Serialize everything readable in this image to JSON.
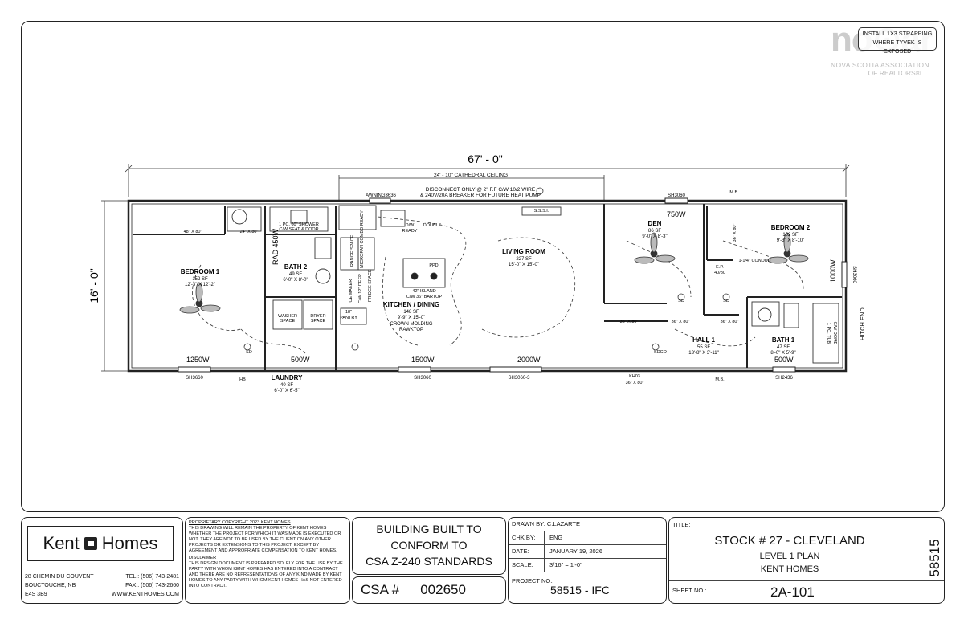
{
  "watermark": {
    "logo_text": "no⊙ar",
    "org_line1": "NOVA SCOTIA ASSOCIATION",
    "org_line2": "OF REALTORS®"
  },
  "note_box": {
    "line1": "INSTALL 1X3 STRAPPING",
    "line2": "WHERE TYVEK IS EXPOSED"
  },
  "plan": {
    "overall_length": "67' - 0\"",
    "overall_width": "16' - 0\"",
    "ceiling_note": "24' - 10\" CATHEDRAL CEILING",
    "disconnect_line1": "DISCONNECT ONLY @ 2\" F.F C/W 10/2 WIRE",
    "disconnect_line2": "& 240V/20A BREAKER FOR FUTURE HEAT PUMP",
    "hitch_end": "HITCH END",
    "rooms": [
      {
        "name": "BEDROOM 1",
        "area": "152 SF",
        "dims": "12'-3\" X 12'-2\""
      },
      {
        "name": "BATH 2",
        "area": "49 SF",
        "dims": "6'-0\" X 8'-0\""
      },
      {
        "name": "LAUNDRY",
        "area": "40 SF",
        "dims": "6'-0\" X 6'-5\""
      },
      {
        "name": "KITCHEN / DINING",
        "area": "148 SF",
        "dims": "9'-9\" X 15'-0\"",
        "note1": "CROWN MOLDING",
        "note2": "RAWKTOP"
      },
      {
        "name": "LIVING ROOM",
        "area": "227 SF",
        "dims": "15'-0\" X 15'-0\""
      },
      {
        "name": "DEN",
        "area": "86 SF",
        "dims": "9'-0\" X 8'-3\""
      },
      {
        "name": "HALL 1",
        "area": "55 SF",
        "dims": "13'-8\" X 3'-11\""
      },
      {
        "name": "BEDROOM 2",
        "area": "102 SF",
        "dims": "9'-3\" X 8'-10\""
      },
      {
        "name": "BATH 1",
        "area": "47 SF",
        "dims": "8'-0\" X 5'-9\""
      }
    ],
    "heaters": [
      "1250W",
      "500W",
      "1500W",
      "2000W",
      "750W",
      "1000W",
      "500W",
      "RAD 450W"
    ],
    "windows": [
      "SH3660",
      "SH3060",
      "SH3060-3",
      "SH2436",
      "SH3060",
      "SH3060",
      "AWNING3636"
    ],
    "labels": {
      "shower": "1 PC. 60\" SHOWER",
      "shower2": "C/W SEAT & DOOR",
      "washer": "WASHER",
      "washer2": "SPACE",
      "dryer": "DRYER",
      "dryer2": "SPACE",
      "closet1": "48\" X 80\"",
      "closet2": "24\" X 80\"",
      "closet_b2": "36\" X 80\"",
      "pantry": "18\"",
      "pantry2": "PANTRY",
      "island": "42\" ISLAND",
      "island2": "C/W 36\" BARTOP",
      "dw": "D/W",
      "dw2": "READY",
      "dbl": "DOUBLE",
      "ssi": "S.S.S.I.",
      "conduit": "1-1/4\" CONDUIT",
      "ep": "E.P.",
      "ep2": "40/80",
      "tub": "1 PC. TUB",
      "tub2": "C/W DOME",
      "hb": "HB",
      "mb": "M.B.",
      "kh03": "KH03",
      "door_hall": "36\" X 80\"",
      "sdco": "SDCO",
      "sd": "SD",
      "ppd": "PPD",
      "range": "RANGE SPACE",
      "micro": "MICROFAN COMBO READY",
      "fridge": "FRIDGE SPACE",
      "ice": "ICE MAKER",
      "c12": "C/W 12\" DEEP"
    }
  },
  "titleblock": {
    "company": "Kent",
    "company2": "Homes",
    "address1": "28 CHEMIN DU COUVENT",
    "address2": "BOUCTOUCHE, NB",
    "address3": "E4S 3B9",
    "tel": "TEL.: (506) 743-2481",
    "fax": "FAX.: (506) 743-2660",
    "web": "WWW.KENTHOMES.COM",
    "copyright_title": "PROPRIETARY COPYRIGHT 2023 KENT HOMES",
    "copyright_text": "THIS DRAWING WILL REMAIN THE PROPERTY OF KENT HOMES WHETHER THE PROJECT FOR WHICH IT WAS MADE IS EXECUTED OR NOT. THEY ARE NOT TO BE USED BY THE CLIENT ON ANY OTHER PROJECTS OR EXTENSIONS TO THIS PROJECT, EXCEPT BY AGREEMENT AND APPROPRIATE COMPENSATION TO KENT HOMES.",
    "disclaimer_title": "DISCLAIMER",
    "disclaimer_text": "THIS DESIGN DOCUMENT IS PREPARED SOLELY FOR THE USE BY THE PARTY WITH WHOM KENT HOMES HAS ENTERED INTO A CONTRACT AND THERE ARE NO REPRESENTATIONS OF ANY KIND MADE BY KENT HOMES TO ANY PARTY WITH WHOM KENT HOMES HAS NOT ENTERED INTO CONTRACT.",
    "standards1": "BUILDING BUILT TO",
    "standards2": "CONFORM TO",
    "standards3": "CSA Z-240 STANDARDS",
    "csa_label": "CSA #",
    "csa_number": "002650",
    "drawn_by": "DRAWN BY: C.LAZARTE",
    "chk_label": "CHK BY:",
    "chk_value": "ENG",
    "date_label": "DATE:",
    "date_value": "JANUARY 19, 2026",
    "scale_label": "SCALE:",
    "scale_value": "3/16\" = 1'-0\"",
    "project_label": "PROJECT NO.:",
    "project_value": "58515 - IFC",
    "title_label": "TITLE:",
    "title1": "STOCK # 27 - CLEVELAND",
    "title2": "LEVEL 1 PLAN",
    "title3": "KENT HOMES",
    "sheet_label": "SHEET NO.:",
    "sheet_value": "2A-101",
    "side_number": "58515"
  }
}
